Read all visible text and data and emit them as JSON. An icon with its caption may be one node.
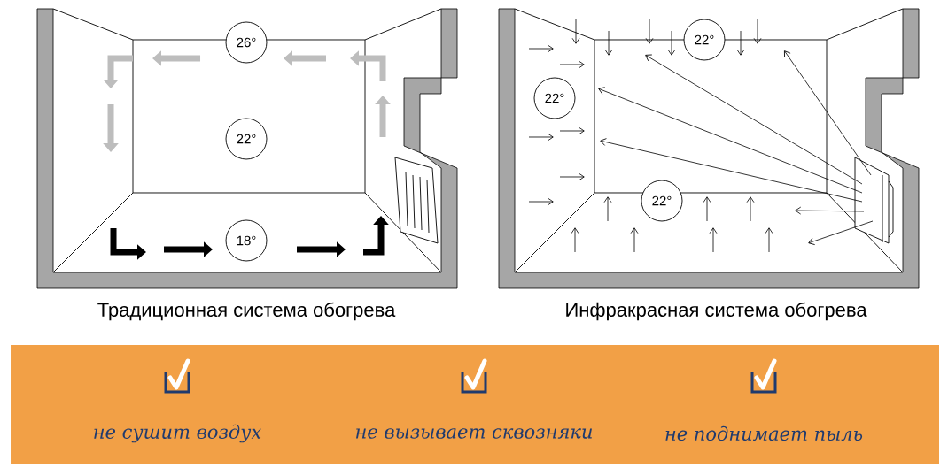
{
  "diagram": {
    "nodes": [
      {
        "text": [
          "26°"
        ]
      },
      {
        "text": [
          "22°"
        ]
      },
      {
        "text": [
          "18°"
        ]
      },
      {
        "text": [
          "22°"
        ]
      },
      {
        "text": [
          "22°"
        ]
      },
      {
        "text": [
          "22°"
        ]
      }
    ],
    "labels": [
      "Традиционная система обогрева",
      "Инфракрасная система обогрева",
      "не сушит воздух",
      "не вызывает сквозняки",
      "не поднимает пыль"
    ]
  }
}
